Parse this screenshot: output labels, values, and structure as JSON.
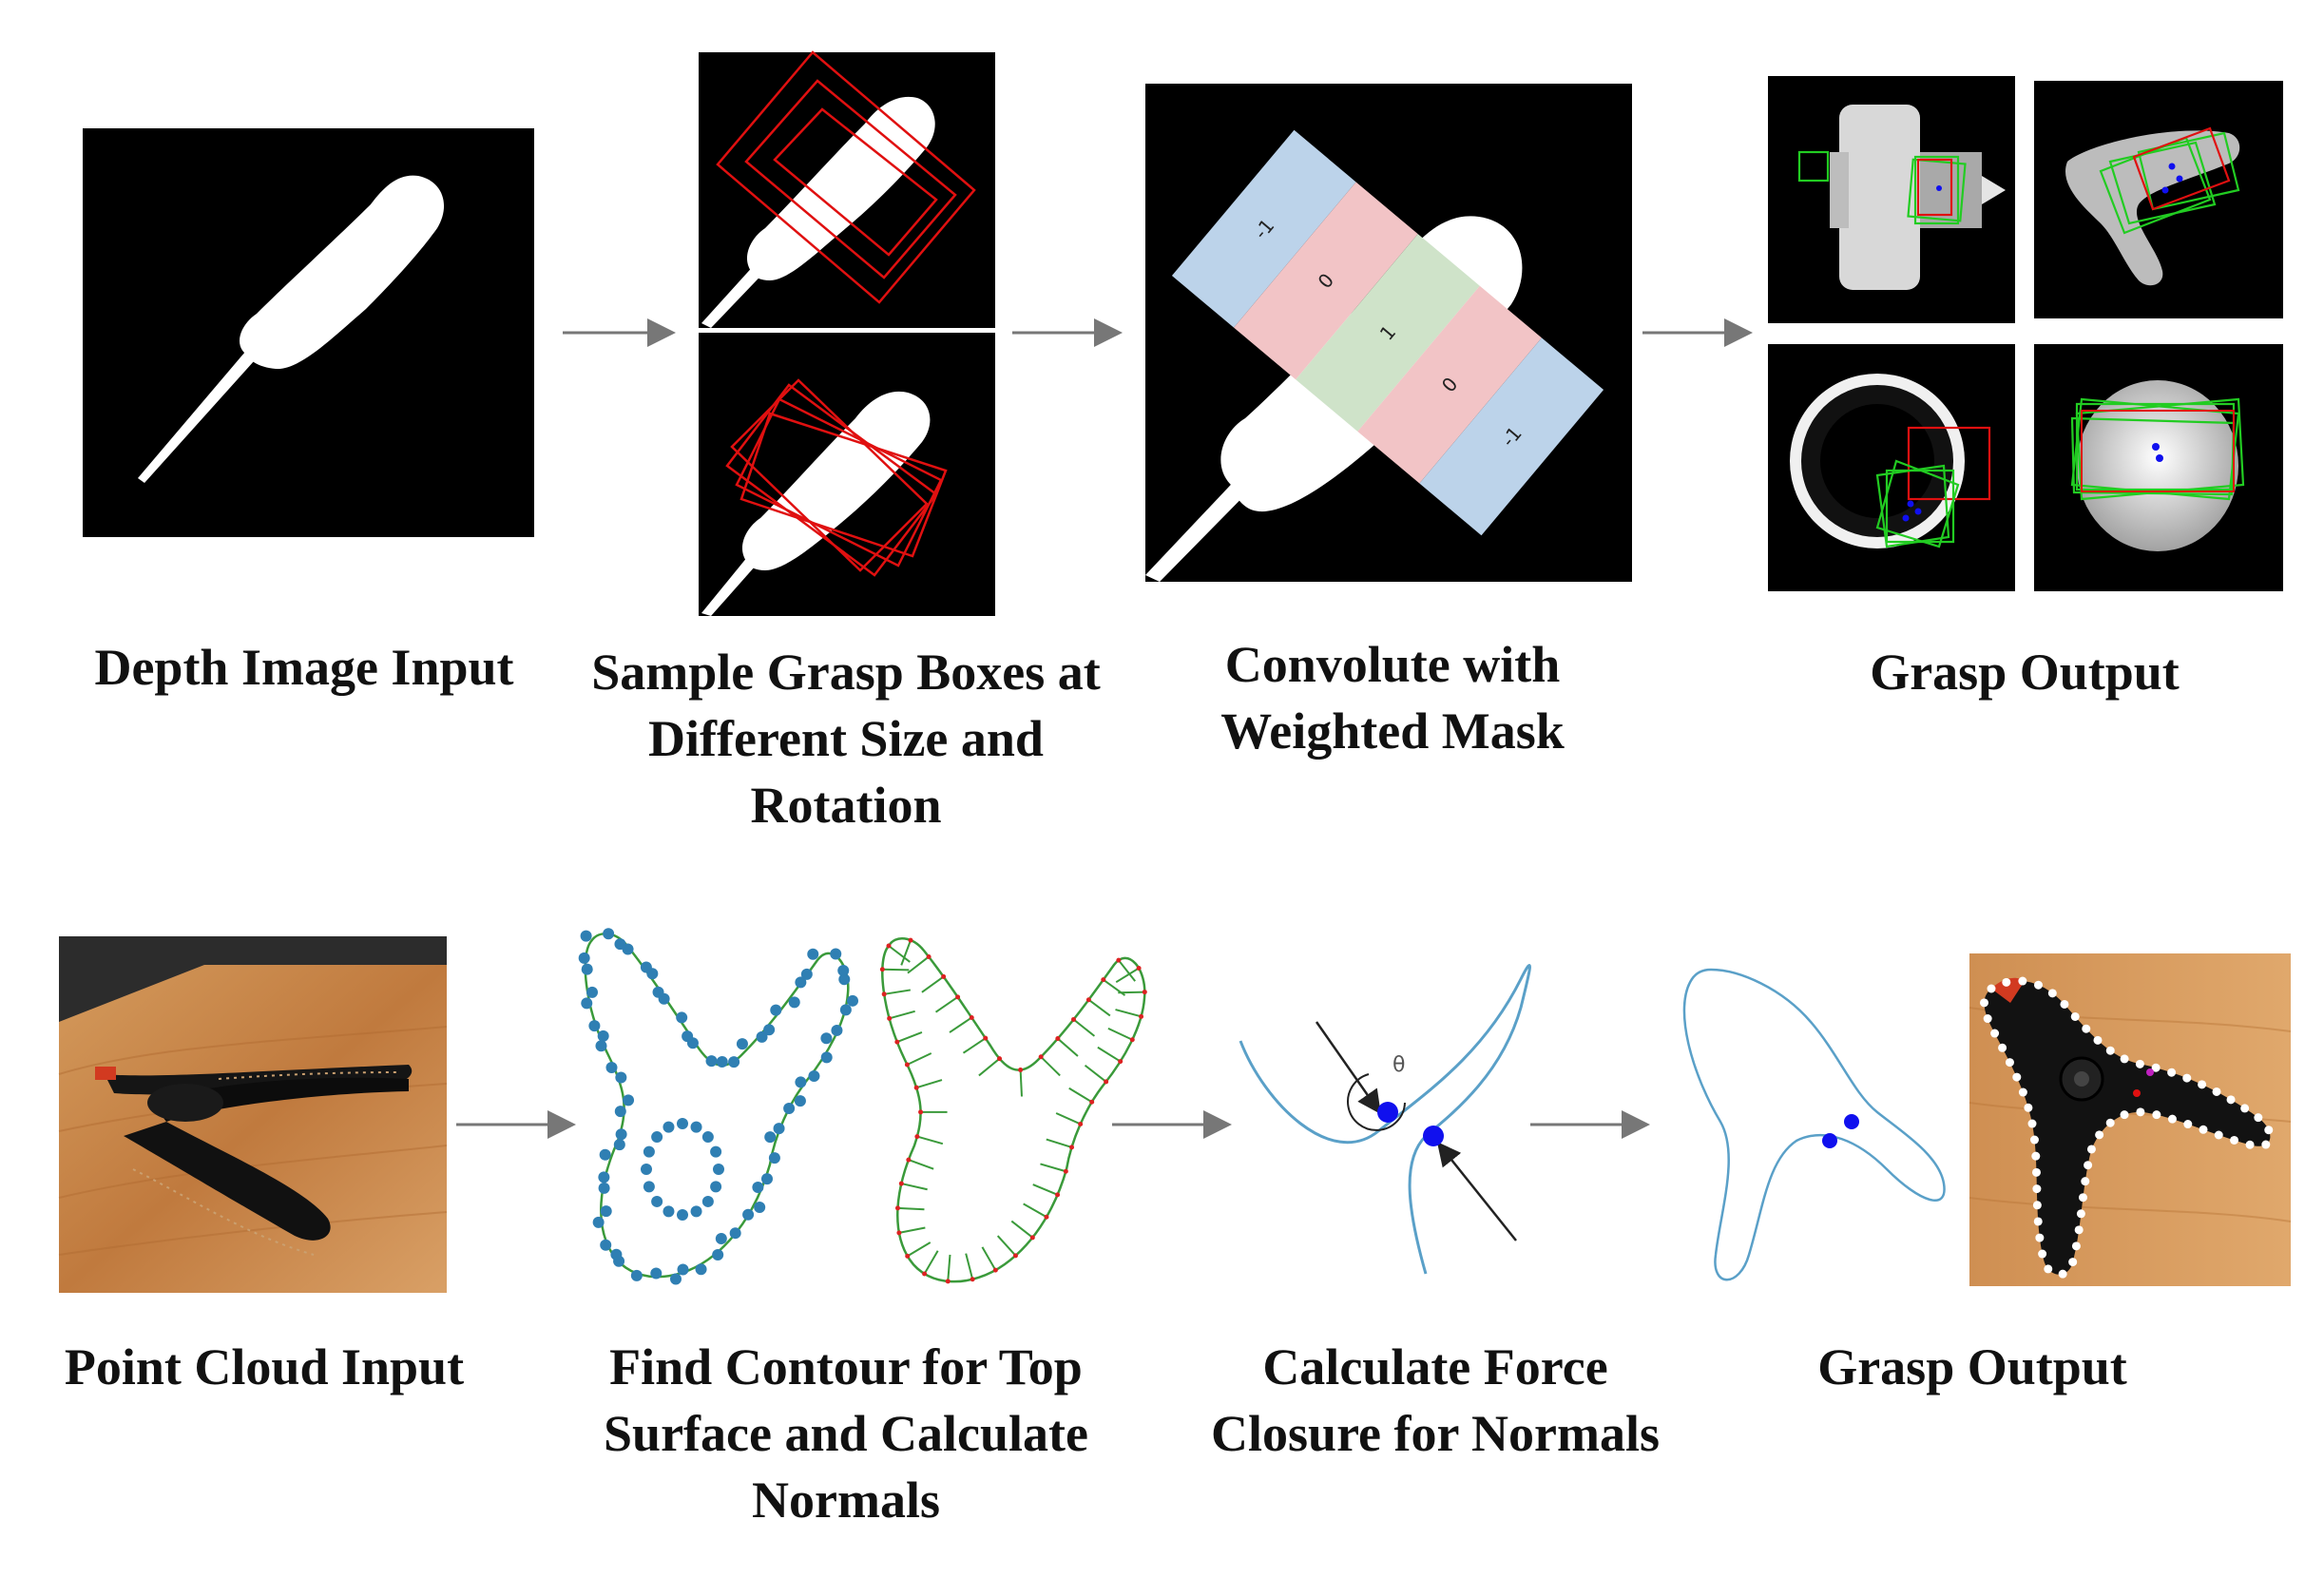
{
  "top_row": {
    "depth_input": {
      "caption": [
        "Depth Image Input"
      ]
    },
    "sample_boxes": {
      "caption": [
        "Sample Grasp Boxes at",
        "Different Size and",
        "Rotation"
      ]
    },
    "convolve": {
      "caption": [
        "Convolute with",
        "Weighted Mask"
      ],
      "mask_weights": [
        "-1",
        "0",
        "1",
        "0",
        "-1"
      ],
      "band_colors": [
        "#bcd3ea",
        "#f2c4c6",
        "#cfe3c9",
        "#f2c4c6",
        "#bcd3ea"
      ]
    },
    "grasp_output": {
      "caption": [
        "Grasp Output"
      ]
    }
  },
  "bottom_row": {
    "point_cloud": {
      "caption": [
        "Point Cloud Input"
      ]
    },
    "contour": {
      "caption": [
        "Find Contour for Top",
        "Surface and Calculate",
        "Normals"
      ]
    },
    "force_closure": {
      "caption": [
        "Calculate Force",
        "Closure for Normals"
      ],
      "angle_symbol": "θ"
    },
    "grasp_output": {
      "caption": [
        "Grasp Output"
      ]
    }
  },
  "colors": {
    "grasp_candidate": "#e01010",
    "grasp_valid": "#22cc22",
    "contact_point": "#1010ee",
    "contour_point": "#2f7fb3",
    "contour_line": "#3a9a3a",
    "normal_tick": "#3a9a3a",
    "normal_base": "#dd2222",
    "curve": "#5aa0c8",
    "arrow": "#777777",
    "wood": "#c8864a"
  }
}
